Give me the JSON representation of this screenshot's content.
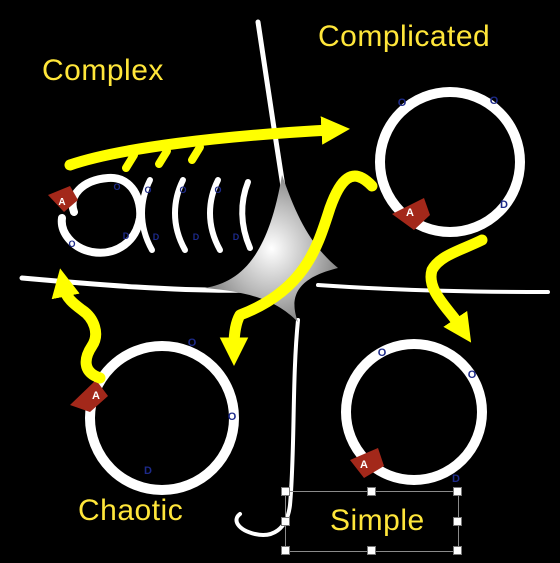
{
  "domains": {
    "complex": "Complex",
    "complicated": "Complicated",
    "chaotic": "Chaotic",
    "simple": "Simple"
  },
  "loop_letters": {
    "observe": "O",
    "orient": "O",
    "decide": "D",
    "act": "A"
  },
  "colors": {
    "background": "#000000",
    "label": "#ffe63a",
    "arrow": "#ffff00",
    "loop": "#ffffff",
    "act_marker": "#a3281a",
    "letter": "#1d2a8a"
  }
}
